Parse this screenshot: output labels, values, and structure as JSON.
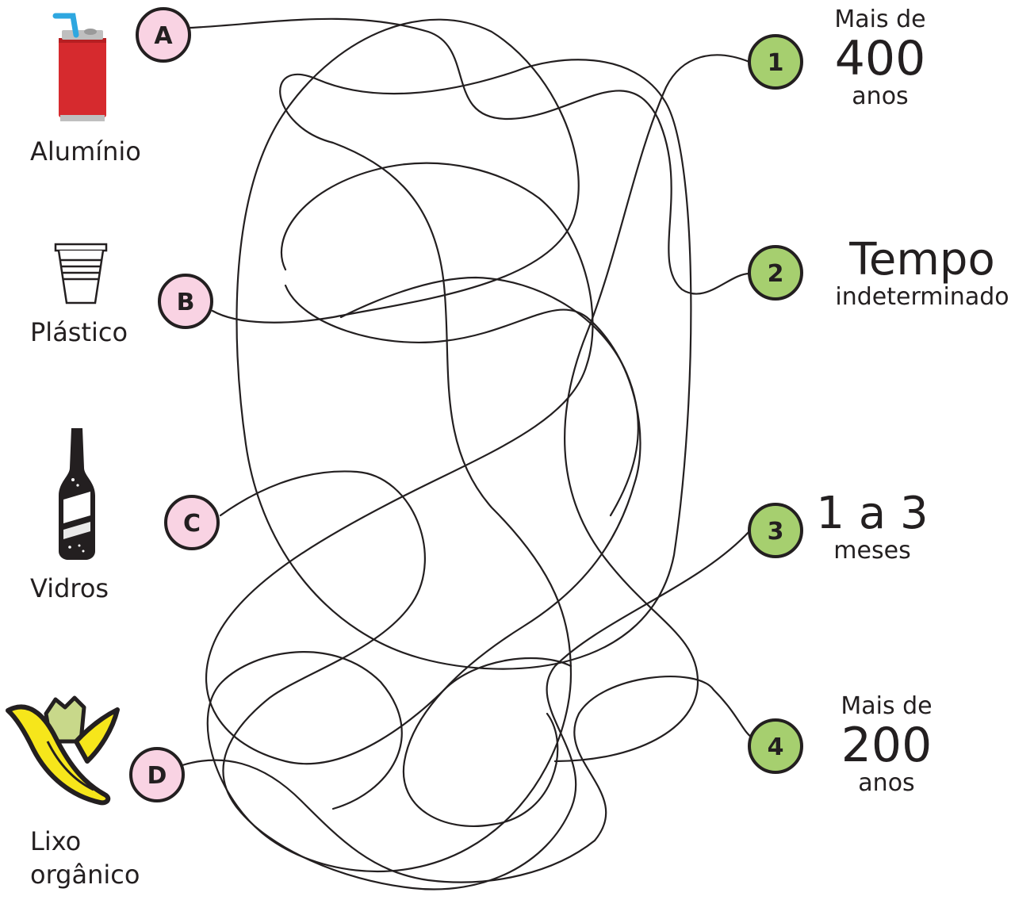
{
  "items_left": [
    {
      "badge": "A",
      "label": "Alumínio",
      "icon": "soda-can-icon"
    },
    {
      "badge": "B",
      "label": "Plástico",
      "icon": "plastic-cup-icon"
    },
    {
      "badge": "C",
      "label": "Vidros",
      "icon": "glass-bottle-icon"
    },
    {
      "badge": "D",
      "label_line1": "Lixo",
      "label_line2": "orgânico",
      "icon": "banana-peel-icon"
    }
  ],
  "items_right": [
    {
      "badge": "1",
      "line1": "Mais de",
      "line2": "400",
      "line3": "anos"
    },
    {
      "badge": "2",
      "line1": "Tempo",
      "line2": "indeterminado"
    },
    {
      "badge": "3",
      "line1": "1 a 3",
      "line2": "meses"
    },
    {
      "badge": "4",
      "line1": "Mais de",
      "line2": "200",
      "line3": "anos"
    }
  ],
  "colors": {
    "left_badge_fill": "#f9d3e3",
    "right_badge_fill": "#a6cf6f",
    "ink": "#231f20",
    "can_red": "#d62a2e",
    "straw_blue": "#2ea7e0",
    "banana_yellow": "#f6e61b",
    "banana_tip": "#c8d88a"
  }
}
